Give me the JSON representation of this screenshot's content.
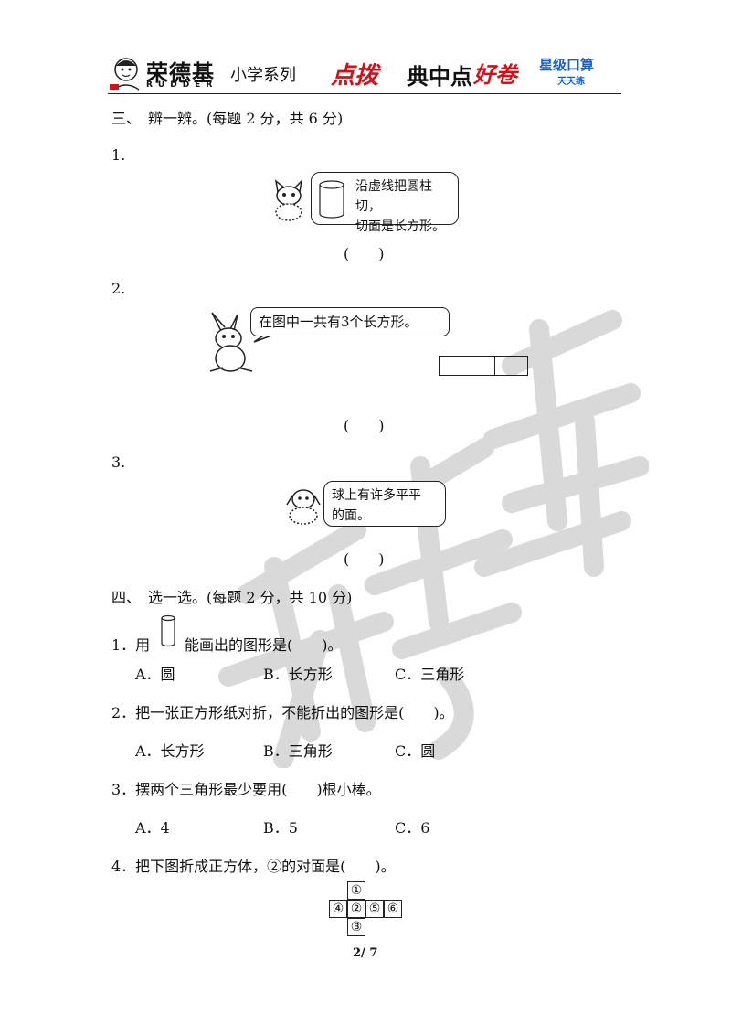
{
  "header": {
    "brand": "荣德基",
    "brand_sub": "RUDDER",
    "series": "小学系列",
    "logo_1": "点拨",
    "logo_2": "典中点",
    "logo_3": "好卷",
    "logo_4": "星级口算",
    "logo_4_sub": "天天练"
  },
  "section3": {
    "title": "三、　辨一辨。(每题 2 分，共 6 分)",
    "q1": {
      "num": "1.",
      "bubble": "沿虚线把圆柱切，\n切面是长方形。",
      "paren": "(　　)"
    },
    "q2": {
      "num": "2.",
      "bubble": "在图中一共有3个长方形。",
      "paren": "(　　)"
    },
    "q3": {
      "num": "3.",
      "bubble": "球上有许多平平\n的面。",
      "paren": "(　　)"
    }
  },
  "section4": {
    "title": "四、　选一选。(每题 2 分，共 10 分)",
    "q1": {
      "prefix": "1．用",
      "suffix": "能画出的图形是(　　)。",
      "a": "A．圆",
      "b": "B．长方形",
      "c": "C．三角形"
    },
    "q2": {
      "text": "2．把一张正方形纸对折，不能折出的图形是(　　)。",
      "a": "A．长方形",
      "b": "B．三角形",
      "c": "C．圆"
    },
    "q3": {
      "text": "3．摆两个三角形最少要用(　　)根小棒。",
      "a": "A．4",
      "b": "B．5",
      "c": "C．6"
    },
    "q4": {
      "text": "4．把下图折成正方体，②的对面是(　　)。",
      "faces": [
        "①",
        "④",
        "②",
        "⑤",
        "⑥",
        "③"
      ]
    }
  },
  "watermark": "荣德基",
  "page_number": "2/ 7"
}
